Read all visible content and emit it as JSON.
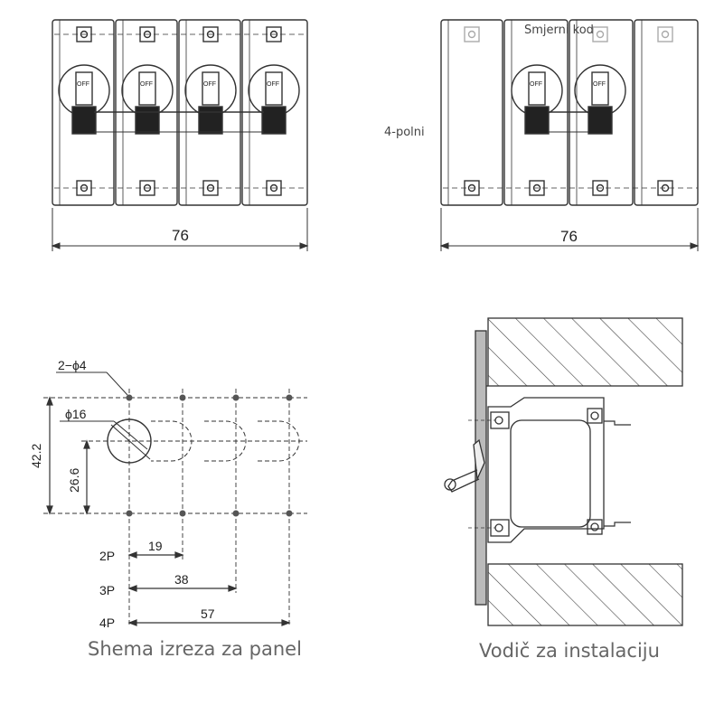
{
  "top_left": {
    "width_dim": "76",
    "off_label": "OFF"
  },
  "top_right": {
    "width_dim": "76",
    "direction_label": "Smjerni kod",
    "poles_label": "4-polni",
    "off_label": "OFF"
  },
  "cutout": {
    "holes_label": "2−ϕ4",
    "diameter_label": "ϕ16",
    "height_outer": "42.2",
    "height_inner": "26.6",
    "rows": [
      {
        "label": "2P",
        "value": "19"
      },
      {
        "label": "3P",
        "value": "38"
      },
      {
        "label": "4P",
        "value": "57"
      }
    ]
  },
  "captions": {
    "left": "Shema izreza za panel",
    "right": "Vodič za instalaciju"
  }
}
